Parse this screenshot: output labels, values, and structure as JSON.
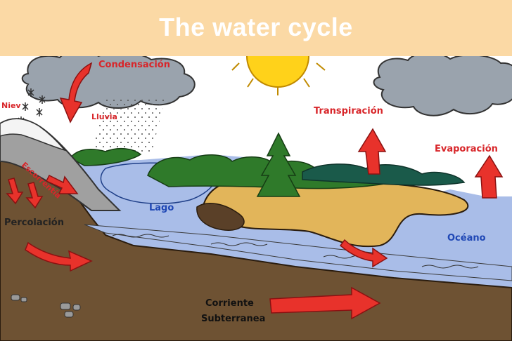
{
  "slide": {
    "title": "The water cycle"
  },
  "diagram": {
    "labels": {
      "condensacion": "Condensación",
      "nieve": "Niev",
      "lluvia": "Lluvia",
      "transpiracion": "Transpiración",
      "evaporacion": "Evaporación",
      "escorrentia": "Escorrentía",
      "lago": "Lago",
      "percolacion": "Percolación",
      "oceano": "Océano",
      "corriente_1": "Corriente",
      "corriente_2": "Subterranea"
    },
    "colors": {
      "header": "#fbd9a5",
      "sky": "#ffffff",
      "cloud": "#9aa3ad",
      "sun": "#ffd21a",
      "water": "#a9bde8",
      "ground": "#6e5233",
      "sand": "#e2b55a",
      "forest": "#2f7a2a",
      "arrow": "#e8322b",
      "label_red": "#d8262a",
      "label_blue": "#1f47b5",
      "label_dark": "#222222"
    }
  }
}
